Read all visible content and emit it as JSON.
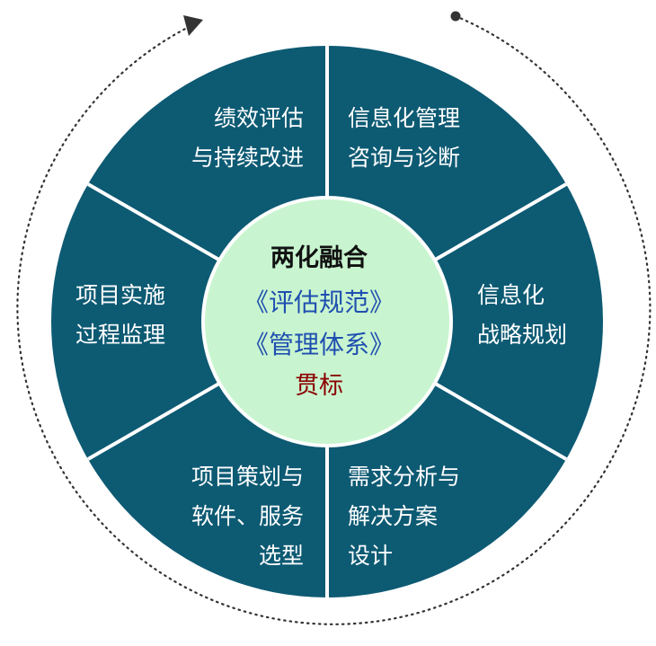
{
  "colors": {
    "wheel_fill": "#0d5a73",
    "divider": "#ffffff",
    "hub_fill": "#c8f5cf",
    "hub_stroke": "#ffffff",
    "orbit": "#333333",
    "title_text": "#111111",
    "doc_text": "#1f4fb0",
    "highlight_text": "#8b0000"
  },
  "center": {
    "title": "两化融合",
    "line1": "《评估规范》",
    "line2": "《管理体系》",
    "line3": "贯标"
  },
  "segments": [
    {
      "id": "performance",
      "lines": [
        "绩效评估",
        "与持续改进"
      ]
    },
    {
      "id": "consulting",
      "lines": [
        "信息化管理",
        "咨询与诊断"
      ]
    },
    {
      "id": "strategy",
      "lines": [
        "信息化",
        "战略规划"
      ]
    },
    {
      "id": "requirements",
      "lines": [
        "需求分析与",
        "解决方案",
        "设计"
      ]
    },
    {
      "id": "selection",
      "lines": [
        "项目策划与",
        "软件、服务",
        "选型"
      ]
    },
    {
      "id": "supervision",
      "lines": [
        "项目实施",
        "过程监理"
      ]
    }
  ],
  "icons": {
    "orbit_start": "dot-icon",
    "orbit_end": "arrowhead-icon"
  }
}
